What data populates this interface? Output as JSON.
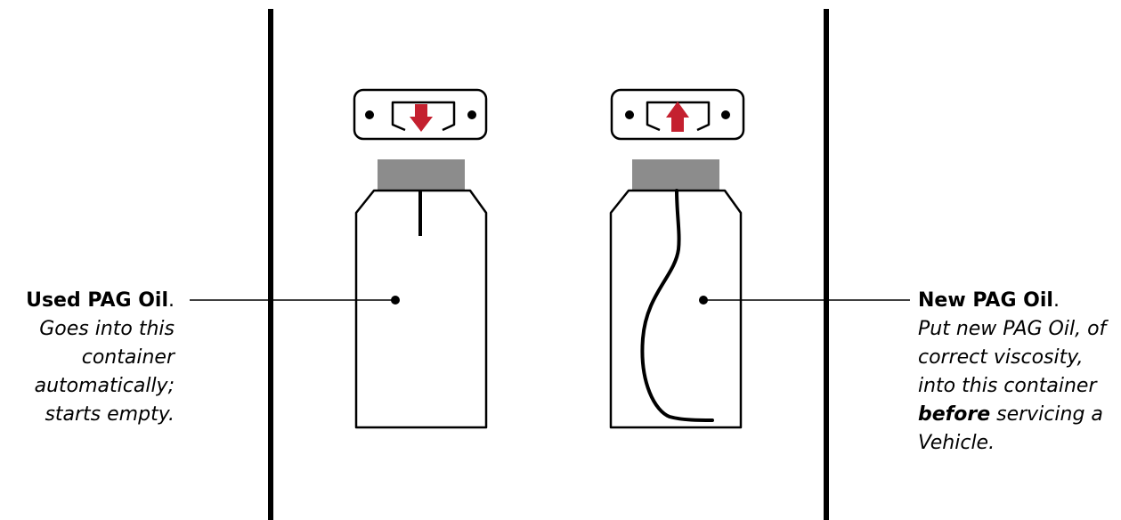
{
  "used_oil": {
    "title": "Used PAG Oil",
    "title_suffix": ".",
    "description": "Goes into this container automatically; starts empty.",
    "flow_direction": "down",
    "arrow_color": "#c4202f"
  },
  "new_oil": {
    "title": "New PAG Oil",
    "title_suffix": ".",
    "description_before": "Put new PAG Oil, of correct viscosity, into this container",
    "description_emphasis": "before",
    "description_after": "servicing a Vehicle.",
    "flow_direction": "up",
    "arrow_color": "#c4202f"
  },
  "colors": {
    "outline": "#000000",
    "cap": "#8c8c8c",
    "arrow": "#c4202f"
  }
}
